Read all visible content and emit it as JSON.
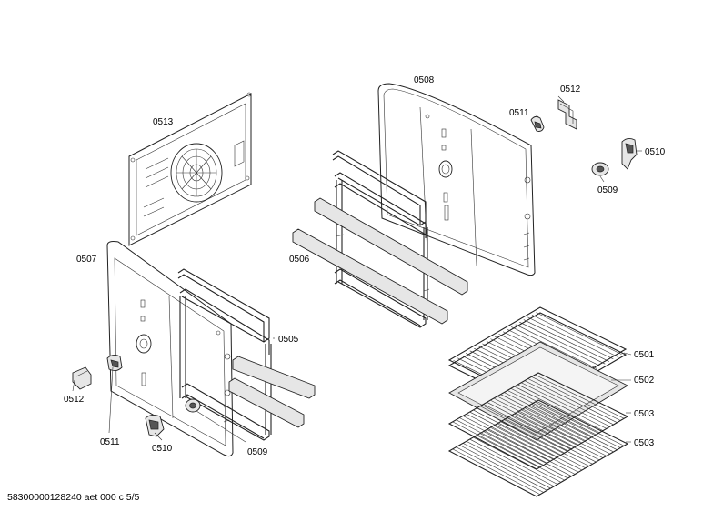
{
  "labels": {
    "p0513": "0513",
    "p0508": "0508",
    "p0511_top": "0511",
    "p0512_top": "0512",
    "p0510_right": "0510",
    "p0509_right": "0509",
    "p0507": "0507",
    "p0506": "0506",
    "p0505": "0505",
    "p0512_left": "0512",
    "p0511_bottom": "0511",
    "p0510_bottom": "0510",
    "p0509_bottom": "0509",
    "p0501": "0501",
    "p0502": "0502",
    "p0503_a": "0503",
    "p0503_b": "0503"
  },
  "footer": "58300000128240 aet 000 c 5/5"
}
